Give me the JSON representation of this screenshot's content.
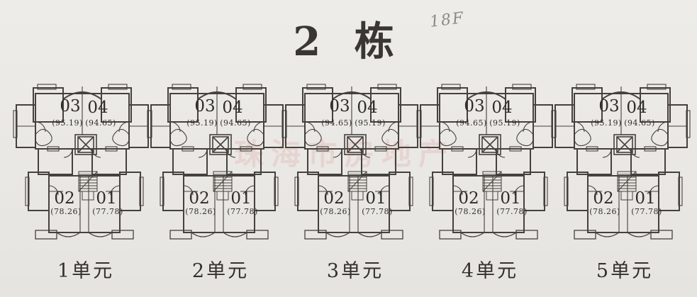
{
  "page": {
    "title": "2 栋",
    "annotation": "18F",
    "watermark": "珠海市房地产"
  },
  "units": [
    {
      "label": "1单元",
      "apartments": {
        "a03": {
          "num": "03",
          "area": "(95.19)"
        },
        "a04": {
          "num": "04",
          "area": "(94.65)"
        },
        "a02": {
          "num": "02",
          "area": "(78.26)"
        },
        "a01": {
          "num": "01",
          "area": "(77.78)"
        }
      }
    },
    {
      "label": "2单元",
      "apartments": {
        "a03": {
          "num": "03",
          "area": "(95.19)"
        },
        "a04": {
          "num": "04",
          "area": "(94.65)"
        },
        "a02": {
          "num": "02",
          "area": "(78.26)"
        },
        "a01": {
          "num": "01",
          "area": "(77.78)"
        }
      }
    },
    {
      "label": "3单元",
      "apartments": {
        "a03": {
          "num": "03",
          "area": "(94.65)"
        },
        "a04": {
          "num": "04",
          "area": "(95.19)"
        },
        "a02": {
          "num": "02",
          "area": "(78.26)"
        },
        "a01": {
          "num": "01",
          "area": "(77.78)"
        }
      }
    },
    {
      "label": "4单元",
      "apartments": {
        "a03": {
          "num": "03",
          "area": "(94.65)"
        },
        "a04": {
          "num": "04",
          "area": "(95.19)"
        },
        "a02": {
          "num": "02",
          "area": "(78.26)"
        },
        "a01": {
          "num": "01",
          "area": "(77.78)"
        }
      }
    },
    {
      "label": "5单元",
      "apartments": {
        "a03": {
          "num": "03",
          "area": "(95.19)"
        },
        "a04": {
          "num": "04",
          "area": "(94.65)"
        },
        "a02": {
          "num": "02",
          "area": "(78.26)"
        },
        "a01": {
          "num": "01",
          "area": "(77.78)"
        }
      }
    }
  ]
}
